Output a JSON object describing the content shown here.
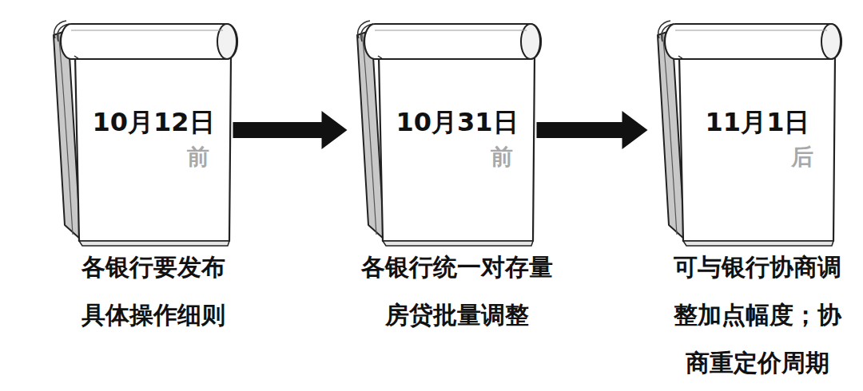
{
  "diagram": {
    "nodes": [
      {
        "text": [
          "10月12日",
          "前",
          "各银行要发布具体操作细则"
        ]
      },
      {
        "text": [
          "10月31日",
          "前",
          "各银行统一对存量房贷批量调整"
        ]
      },
      {
        "text": [
          "11月1日",
          "后",
          "可与银行协商调整加点幅度；协商重定价周期"
        ]
      }
    ],
    "edges": [
      {
        "from": 0,
        "to": 1,
        "arrow": "to"
      },
      {
        "from": 1,
        "to": 2,
        "arrow": "to"
      }
    ]
  }
}
